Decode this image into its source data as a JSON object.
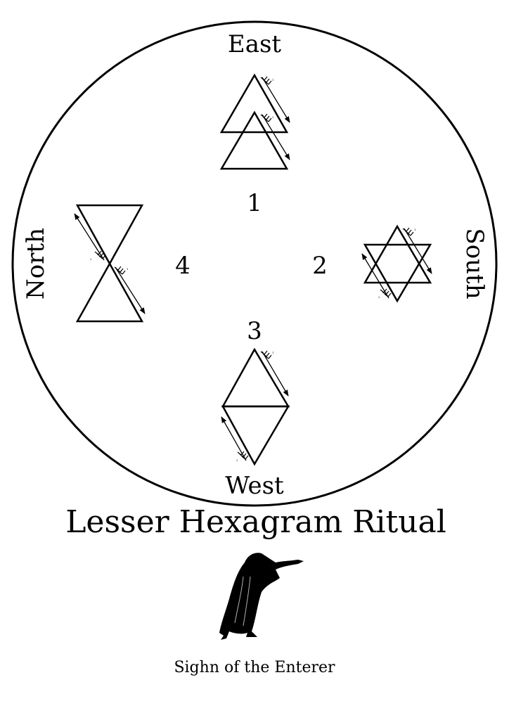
{
  "title": "Lesser Hexagram Ritual",
  "caption": "Sighn of the Enterer",
  "directions": {
    "east": "East",
    "south": "South",
    "west": "West",
    "north": "North"
  },
  "steps": {
    "one": "1",
    "two": "2",
    "three": "3",
    "four": "4"
  },
  "arrow_labels": {
    "first": "1",
    "second": "2"
  }
}
